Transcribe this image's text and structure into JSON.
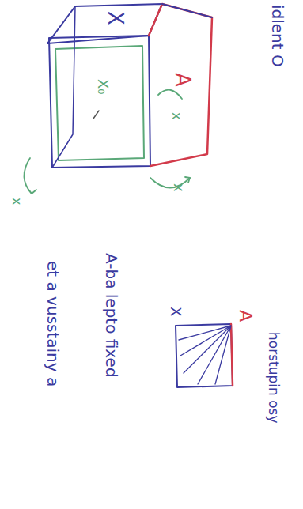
{
  "diagram": {
    "labels": [
      "idlent O",
      "X",
      "A",
      "X₀",
      "x",
      "x",
      "x",
      "X",
      "A",
      "horstupin osy",
      "A-ba lepto fixed",
      "et a vusstainy a"
    ]
  }
}
